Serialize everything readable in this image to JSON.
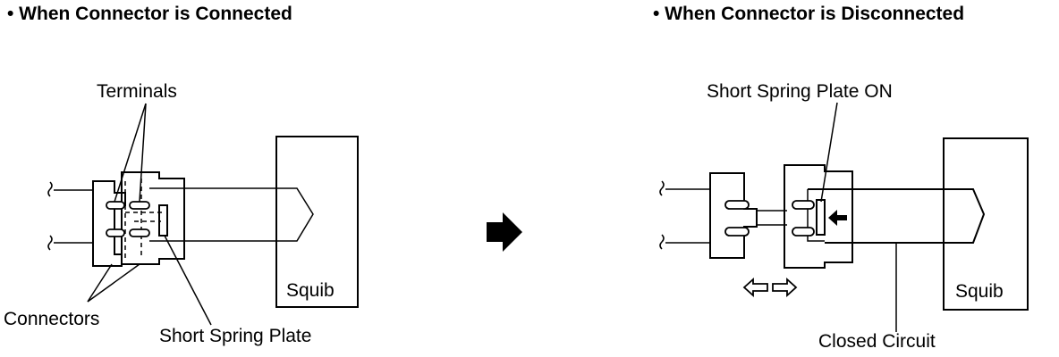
{
  "left_panel": {
    "heading": "• When Connector is Connected",
    "labels": {
      "terminals": "Terminals",
      "connectors": "Connectors",
      "short_spring_plate": "Short Spring Plate",
      "squib": "Squib"
    }
  },
  "right_panel": {
    "heading": "• When Connector is Disconnected",
    "labels": {
      "short_spring_plate_on": "Short Spring Plate ON",
      "closed_circuit": "Closed Circuit",
      "squib": "Squib"
    }
  },
  "colors": {
    "ink": "#000000",
    "background": "#ffffff"
  }
}
